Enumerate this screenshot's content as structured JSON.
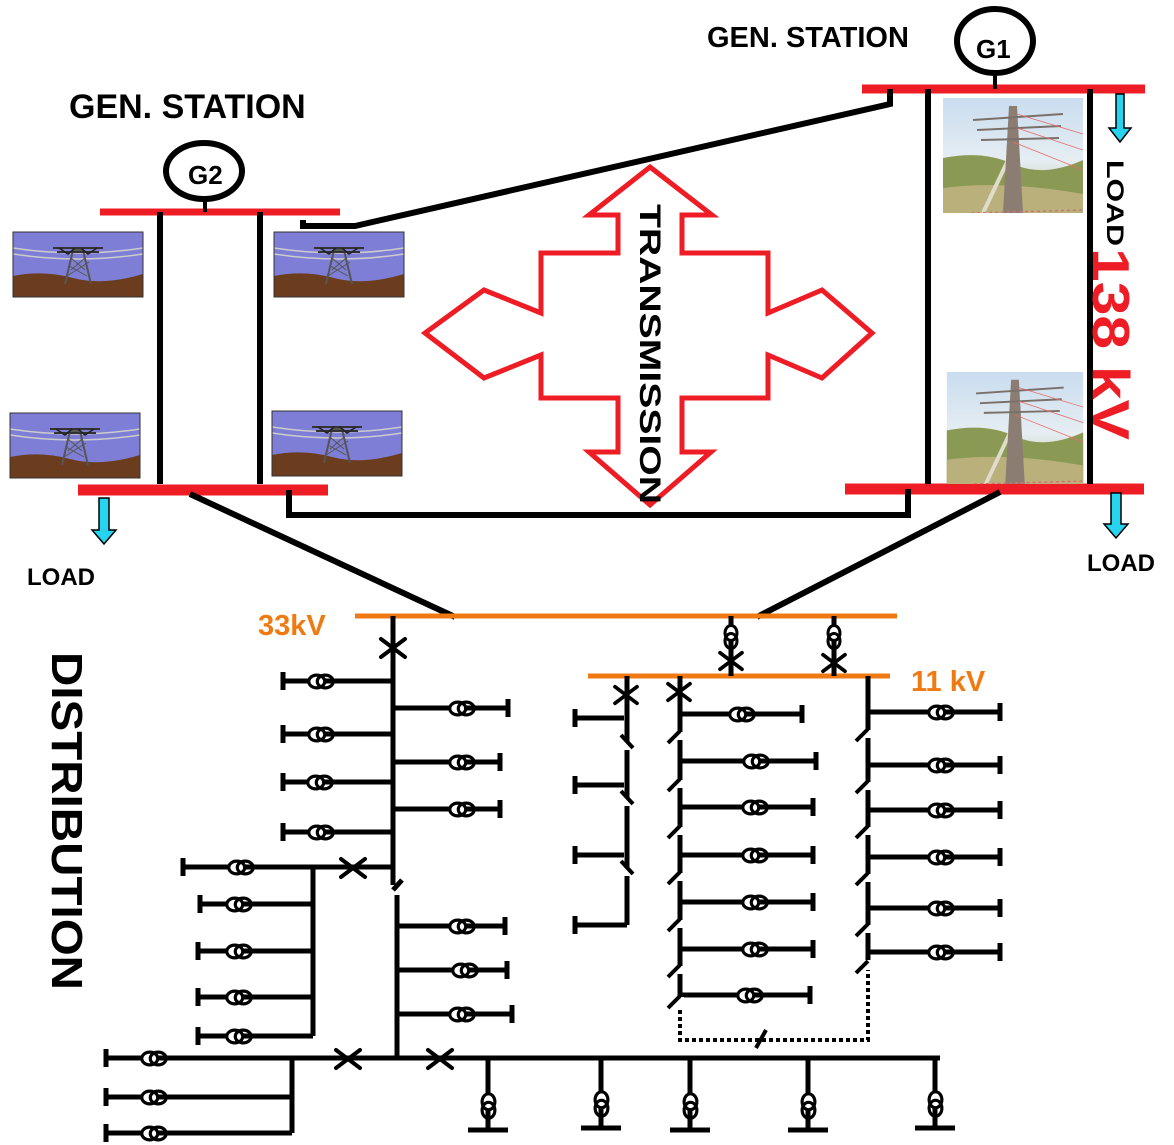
{
  "colors": {
    "transmission_bus": "#ee1c24",
    "distribution_bus": "#f07a12",
    "load_arrow": "#27d4f0",
    "conductor": "#000000",
    "transmission_arrow_outline": "#ee1c24",
    "voltage_label": "#f07a12"
  },
  "labels": {
    "gen_station_left": "GEN. STATION",
    "gen_station_right": "GEN. STATION",
    "generator_1": "G1",
    "generator_2": "G2",
    "transmission": "TRANSMISSION",
    "distribution": "DISTRIBUTION",
    "load_left": "LOAD",
    "load_right_bottom": "LOAD",
    "load_right_vertical": "LOAD",
    "voltage_138": "138 kV",
    "voltage_33": "33kV",
    "voltage_11": "11 kV"
  },
  "icons": {
    "tower_picture": "lattice-transmission-tower-photo",
    "pole_picture": "steel-pole-line-photo",
    "transformer": "transformer-coil-icon",
    "breaker": "circuit-breaker-x-icon"
  }
}
